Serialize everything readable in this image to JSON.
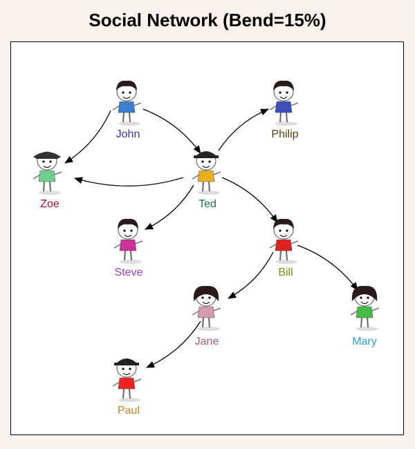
{
  "title": "Social Network (Bend=15%)",
  "nodes": [
    {
      "id": "john",
      "label": "John",
      "label_color": "#3333aa",
      "shirt": "#3a7fd0",
      "hair": "short"
    },
    {
      "id": "philip",
      "label": "Philip",
      "label_color": "#5a3a10",
      "shirt": "#3d4fb8",
      "hair": "short"
    },
    {
      "id": "zoe",
      "label": "Zoe",
      "label_color": "#a01030",
      "shirt": "#6fcf8f",
      "hair": "bun"
    },
    {
      "id": "ted",
      "label": "Ted",
      "label_color": "#107060",
      "shirt": "#e8b020",
      "hair": "cap"
    },
    {
      "id": "steve",
      "label": "Steve",
      "label_color": "#9b3fd0",
      "shirt": "#cc3399",
      "hair": "short"
    },
    {
      "id": "bill",
      "label": "Bill",
      "label_color": "#7a8a10",
      "shirt": "#dd2222",
      "hair": "short"
    },
    {
      "id": "jane",
      "label": "Jane",
      "label_color": "#b05a80",
      "shirt": "#d49aae",
      "hair": "bob"
    },
    {
      "id": "mary",
      "label": "Mary",
      "label_color": "#3399dd",
      "shirt": "#44bb44",
      "hair": "bob"
    },
    {
      "id": "paul",
      "label": "Paul",
      "label_color": "#d08020",
      "shirt": "#ee2222",
      "hair": "cap"
    }
  ],
  "edges": [
    {
      "from": "john",
      "to": "ted"
    },
    {
      "from": "john",
      "to": "zoe"
    },
    {
      "from": "ted",
      "to": "philip"
    },
    {
      "from": "ted",
      "to": "zoe"
    },
    {
      "from": "ted",
      "to": "steve"
    },
    {
      "from": "ted",
      "to": "bill"
    },
    {
      "from": "bill",
      "to": "jane"
    },
    {
      "from": "bill",
      "to": "mary"
    },
    {
      "from": "jane",
      "to": "paul"
    }
  ]
}
